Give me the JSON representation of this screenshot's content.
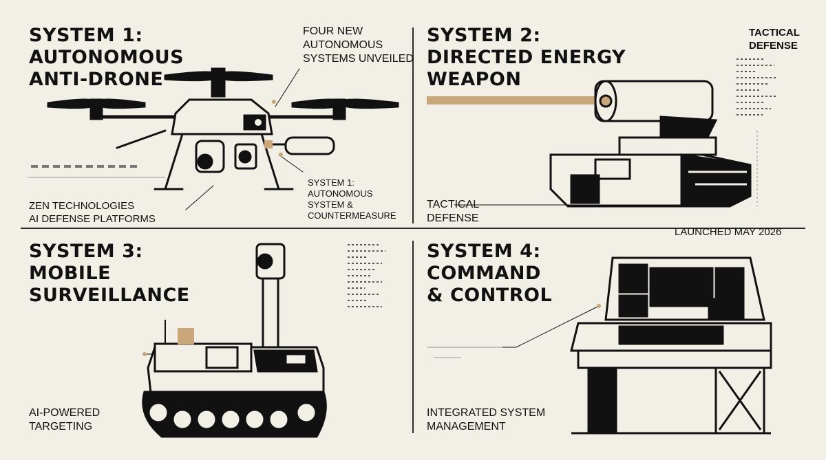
{
  "panels": {
    "system1": {
      "title_lines": [
        "SYSTEM 1:",
        "AUTONOMOUS",
        "ANTI-DRONE"
      ],
      "callout_top_lines": [
        "FOUR NEW",
        "AUTONOMOUS",
        "SYSTEMS UNVEILED"
      ],
      "callout_mid_lines": [
        "SYSTEM 1:",
        "AUTONOMOUS",
        "SYSTEM &",
        "COUNTERMEASURE"
      ],
      "caption_lines": [
        "ZEN TECHNOLOGIES",
        "AI DEFENSE PLATFORMS"
      ]
    },
    "system2": {
      "title_lines": [
        "SYSTEM 2:",
        "DIRECTED ENERGY",
        "WEAPON"
      ],
      "corner_lines": [
        "TACTICAL",
        "DEFENSE"
      ],
      "caption_lines": [
        "TACTICAL",
        "DEFENSE"
      ],
      "launch_text": "LAUNCHED MAY 2026"
    },
    "system3": {
      "title_lines": [
        "SYSTEM 3:",
        "MOBILE",
        "SURVEILLANCE"
      ],
      "caption_lines": [
        "AI-POWERED",
        "TARGETING"
      ]
    },
    "system4": {
      "title_lines": [
        "SYSTEM 4:",
        "COMMAND",
        "& CONTROL"
      ],
      "caption_lines": [
        "INTEGRATED SYSTEM",
        "MANAGEMENT"
      ]
    }
  },
  "colors": {
    "background": "#f1efe6",
    "ink": "#111111",
    "accent": "#c9a77a"
  },
  "icons": [
    "drone-icon",
    "laser-turret-icon",
    "surveillance-vehicle-icon",
    "command-console-icon"
  ]
}
